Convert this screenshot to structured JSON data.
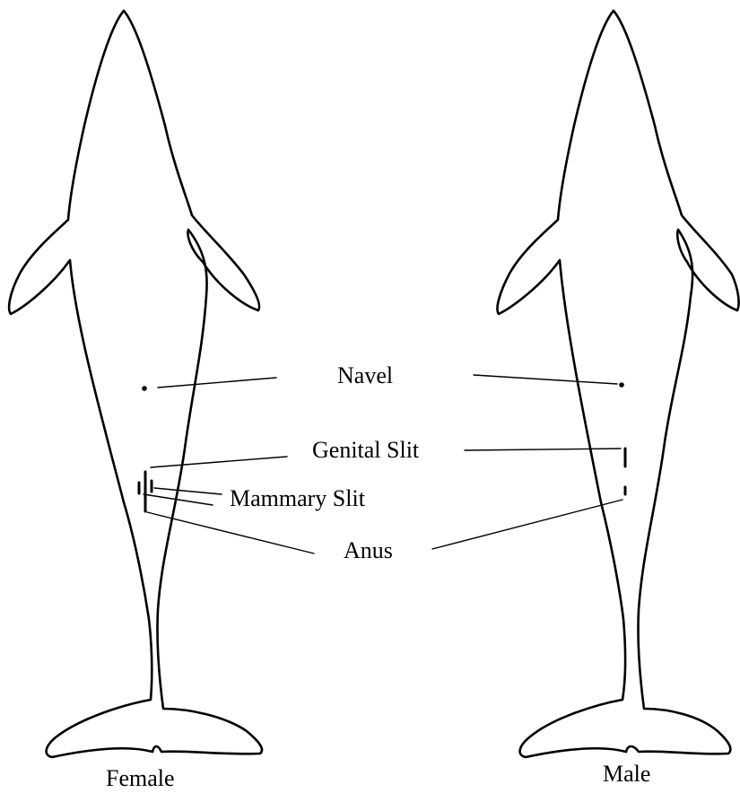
{
  "labels": {
    "navel": "Navel",
    "genital_slit": "Genital Slit",
    "mammary_slit": "Mammary Slit",
    "anus": "Anus",
    "female": "Female",
    "male": "Male"
  },
  "colors": {
    "line": "#000000",
    "background": "#ffffff"
  }
}
